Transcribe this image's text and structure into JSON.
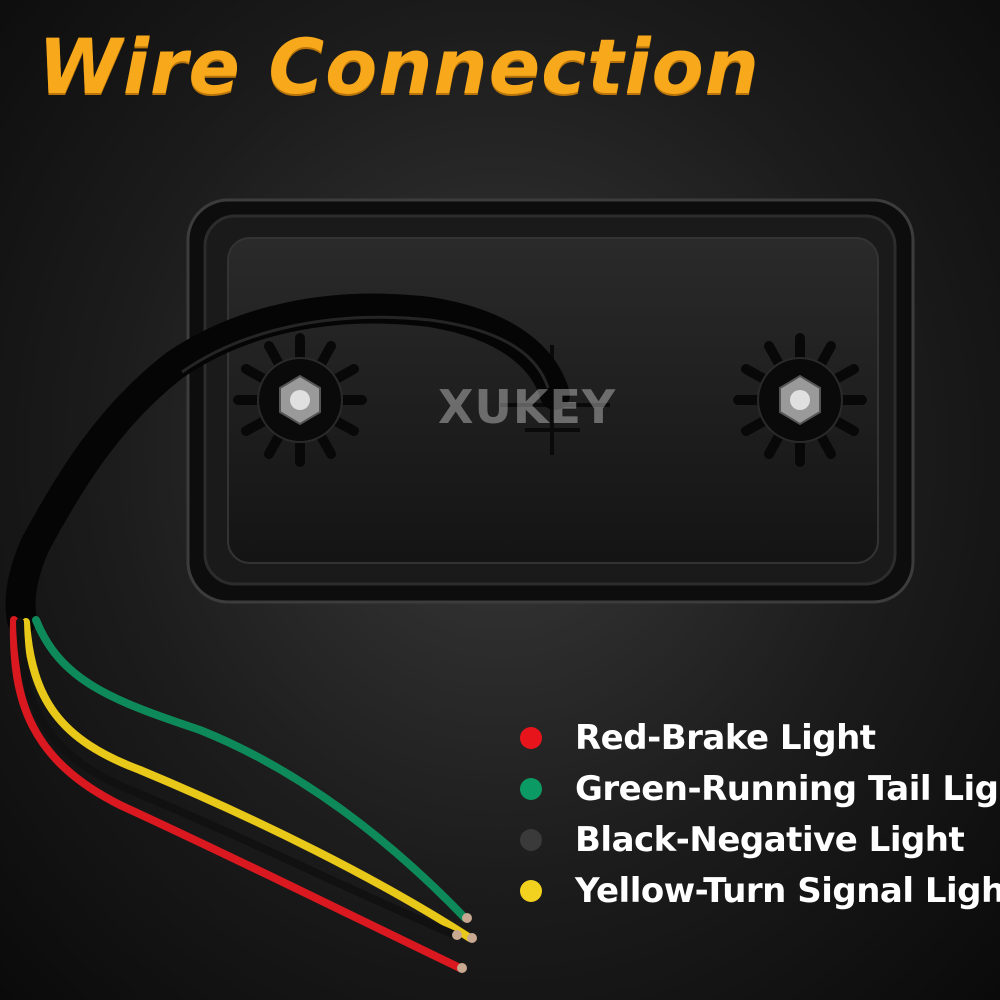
{
  "title": "Wire Connection",
  "watermark": "XUKEY",
  "legend": [
    {
      "label": "Red-Brake Light",
      "color": "#e8141c"
    },
    {
      "label": "Green-Running Tail Light",
      "color": "#0c9a64"
    },
    {
      "label": "Black-Negative Light",
      "color": "#3a3a3a"
    },
    {
      "label": "Yellow-Turn Signal Light",
      "color": "#f2d21e"
    }
  ]
}
